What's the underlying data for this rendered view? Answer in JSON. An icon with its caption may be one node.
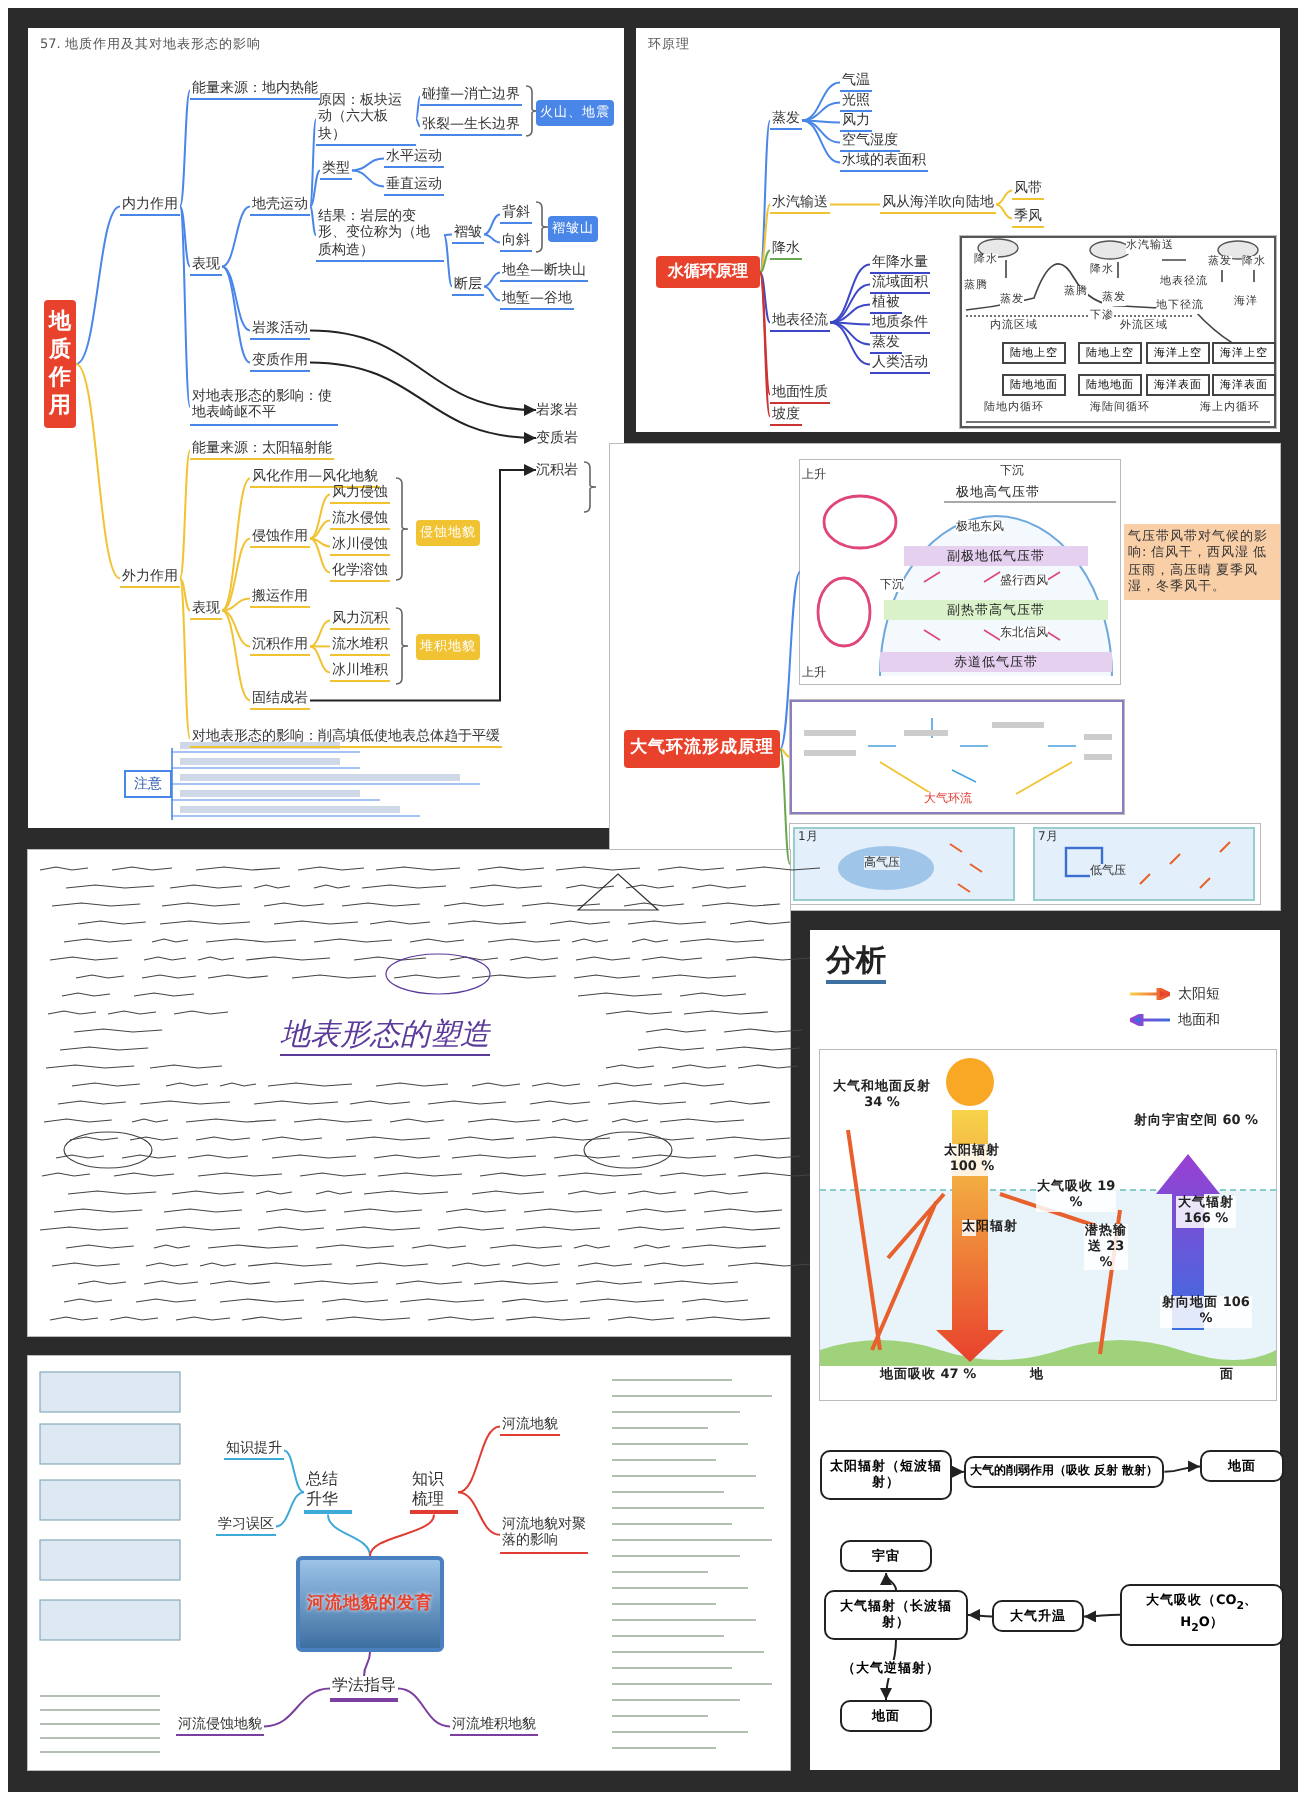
{
  "diagram": {
    "nodes": [
      {
        "text": [
          "57. 地质作用及其对地表形态的影响"
        ]
      },
      {
        "text": [
          "地质作用"
        ],
        "in": 0
      },
      {
        "text": [
          "内力作用"
        ],
        "in": 0
      },
      {
        "text": [
          "能量来源：地内热能"
        ],
        "in": 0
      },
      {
        "text": [
          "表现"
        ],
        "in": 0
      },
      {
        "text": [
          "地壳运动"
        ],
        "in": 0
      },
      {
        "text": [
          "原因：板块运动（六大板块）"
        ],
        "in": 0
      },
      {
        "text": [
          "碰撞—消亡边界"
        ],
        "in": 0
      },
      {
        "text": [
          "张裂—生长边界"
        ],
        "in": 0
      },
      {
        "text": [
          "火山、地震"
        ],
        "in": 0
      },
      {
        "text": [
          "类型"
        ],
        "in": 0
      },
      {
        "text": [
          "水平运动"
        ],
        "in": 0
      },
      {
        "text": [
          "垂直运动"
        ],
        "in": 0
      },
      {
        "text": [
          "结果：岩层的变形、变位称为（地质构造）"
        ],
        "in": 0
      },
      {
        "text": [
          "褶皱"
        ],
        "in": 0
      },
      {
        "text": [
          "背斜"
        ],
        "in": 0
      },
      {
        "text": [
          "向斜"
        ],
        "in": 0
      },
      {
        "text": [
          "褶皱山"
        ],
        "in": 0
      },
      {
        "text": [
          "断层"
        ],
        "in": 0
      },
      {
        "text": [
          "地垒—断块山"
        ],
        "in": 0
      },
      {
        "text": [
          "地堑—谷地"
        ],
        "in": 0
      },
      {
        "text": [
          "岩浆活动"
        ],
        "in": 0
      },
      {
        "text": [
          "变质作用"
        ],
        "in": 0
      },
      {
        "text": [
          "对地表形态的影响：使地表崎岖不平"
        ],
        "in": 0
      },
      {
        "text": [
          "岩浆岩"
        ],
        "in": 0
      },
      {
        "text": [
          "变质岩"
        ],
        "in": 0
      },
      {
        "text": [
          "沉积岩"
        ],
        "in": 0
      },
      {
        "text": [
          "外力作用"
        ],
        "in": 0
      },
      {
        "text": [
          "能量来源：太阳辐射能"
        ],
        "in": 0
      },
      {
        "text": [
          "表现"
        ],
        "in": 0
      },
      {
        "text": [
          "风化作用—风化地貌"
        ],
        "in": 0
      },
      {
        "text": [
          "侵蚀作用"
        ],
        "in": 0
      },
      {
        "text": [
          "风力侵蚀"
        ],
        "in": 0
      },
      {
        "text": [
          "流水侵蚀"
        ],
        "in": 0
      },
      {
        "text": [
          "冰川侵蚀"
        ],
        "in": 0
      },
      {
        "text": [
          "化学溶蚀"
        ],
        "in": 0
      },
      {
        "text": [
          "侵蚀地貌"
        ],
        "in": 0
      },
      {
        "text": [
          "搬运作用"
        ],
        "in": 0
      },
      {
        "text": [
          "沉积作用"
        ],
        "in": 0
      },
      {
        "text": [
          "风力沉积"
        ],
        "in": 0
      },
      {
        "text": [
          "流水堆积"
        ],
        "in": 0
      },
      {
        "text": [
          "冰川堆积"
        ],
        "in": 0
      },
      {
        "text": [
          "堆积地貌"
        ],
        "in": 0
      },
      {
        "text": [
          "固结成岩"
        ],
        "in": 0
      },
      {
        "text": [
          "对地表形态的影响：削高填低使地表总体趋于平缓"
        ],
        "in": 0
      },
      {
        "text": [
          "注意"
        ],
        "in": 0
      },
      {
        "text": [
          "环原理"
        ]
      },
      {
        "text": [
          "水循环原理"
        ],
        "in": 46
      },
      {
        "text": [
          "蒸发"
        ],
        "in": 46
      },
      {
        "text": [
          "气温"
        ],
        "in": 46
      },
      {
        "text": [
          "光照"
        ],
        "in": 46
      },
      {
        "text": [
          "风力"
        ],
        "in": 46
      },
      {
        "text": [
          "空气湿度"
        ],
        "in": 46
      },
      {
        "text": [
          "水域的表面积"
        ],
        "in": 46
      },
      {
        "text": [
          "水汽输送"
        ],
        "in": 46
      },
      {
        "text": [
          "风从海洋吹向陆地"
        ],
        "in": 46
      },
      {
        "text": [
          "风带"
        ],
        "in": 46
      },
      {
        "text": [
          "季风"
        ],
        "in": 46
      },
      {
        "text": [
          "降水"
        ],
        "in": 46
      },
      {
        "text": [
          "地表径流"
        ],
        "in": 46
      },
      {
        "text": [
          "年降水量"
        ],
        "in": 46
      },
      {
        "text": [
          "流域面积"
        ],
        "in": 46
      },
      {
        "text": [
          "植被"
        ],
        "in": 46
      },
      {
        "text": [
          "地质条件"
        ],
        "in": 46
      },
      {
        "text": [
          "蒸发"
        ],
        "in": 46
      },
      {
        "text": [
          "人类活动"
        ],
        "in": 46
      },
      {
        "text": [
          "地面性质"
        ],
        "in": 46
      },
      {
        "text": [
          "坡度"
        ],
        "in": 46
      },
      {
        "text": [],
        "shape": "picture",
        "in": 46
      },
      {
        "text": [
          "陆地上空"
        ],
        "in": 68
      },
      {
        "text": [
          "陆地上空"
        ],
        "in": 68
      },
      {
        "text": [
          "海洋上空"
        ],
        "in": 68
      },
      {
        "text": [
          "海洋上空"
        ],
        "in": 68
      },
      {
        "text": [
          "陆地地面"
        ],
        "in": 68
      },
      {
        "text": [
          "陆地地面"
        ],
        "in": 68
      },
      {
        "text": [
          "海洋表面"
        ],
        "in": 68
      },
      {
        "text": [
          "海洋表面"
        ],
        "in": 68
      },
      {
        "text": [],
        "shape": "picture"
      },
      {
        "text": [
          "大气环流形成原理"
        ],
        "in": 77
      },
      {
        "text": [],
        "shape": "picture",
        "in": 77
      },
      {
        "text": [
          "极地高气压带"
        ],
        "in": 79
      },
      {
        "text": [
          "副极地低气压带"
        ],
        "in": 79
      },
      {
        "text": [
          "副热带高气压带"
        ],
        "in": 79
      },
      {
        "text": [
          "赤道低气压带"
        ],
        "in": 79
      },
      {
        "text": [
          "气压带风带对气候的影响: 信风干，西风湿 低压雨，高压晴 夏季风湿，冬季风干。"
        ],
        "in": 77
      },
      {
        "text": [],
        "shape": "picture",
        "in": 77
      },
      {
        "text": [],
        "shape": "picture",
        "in": 77
      },
      {
        "text": [],
        "shape": "picture"
      },
      {
        "text": [
          "地表形态的塑造"
        ],
        "in": 87
      },
      {
        "text": [
          "分析"
        ]
      },
      {
        "text": [],
        "shape": "picture",
        "in": 89
      },
      {
        "text": [
          "太阳辐射（短波辐射）"
        ],
        "in": 89
      },
      {
        "text": [
          "大气的削弱作用（吸收 反射 散射）"
        ],
        "in": 89
      },
      {
        "text": [
          "地面"
        ],
        "in": 89
      },
      {
        "text": [
          "宇宙"
        ],
        "in": 89
      },
      {
        "text": [
          "大气辐射（长波辐射）"
        ],
        "in": 89
      },
      {
        "text": [
          "大气升温"
        ],
        "in": 89
      },
      {
        "text": [
          "大气吸收（CO$_{2}$、H$_{2}$O）"
        ],
        "in": 89
      },
      {
        "text": [
          "地面"
        ],
        "in": 89
      },
      {
        "text": [],
        "shape": "picture"
      },
      {
        "text": [
          "河流地貌的发育"
        ],
        "in": 99
      },
      {
        "text": [
          "总结升华"
        ],
        "in": 99
      },
      {
        "text": [
          "知识梳理"
        ],
        "in": 99
      },
      {
        "text": [
          "学法指导"
        ],
        "in": 99
      },
      {
        "text": [
          "知识提升"
        ],
        "in": 99
      },
      {
        "text": [
          "学习误区"
        ],
        "in": 99
      },
      {
        "text": [
          "河流地貌"
        ],
        "in": 99
      },
      {
        "text": [
          "河流地貌对聚落的影响"
        ],
        "in": 99
      },
      {
        "text": [
          "河流侵蚀地貌"
        ],
        "in": 99
      },
      {
        "text": [
          "河流堆积地貌"
        ],
        "in": 99
      }
    ],
    "edges": [
      {
        "from": 1,
        "to": 2,
        "arrow": "none"
      },
      {
        "from": 2,
        "to": 3,
        "arrow": "none"
      },
      {
        "from": 2,
        "to": 4,
        "arrow": "none"
      },
      {
        "from": 2,
        "to": 23,
        "arrow": "none"
      },
      {
        "from": 4,
        "to": 5,
        "arrow": "none"
      },
      {
        "from": 4,
        "to": 21,
        "arrow": "none"
      },
      {
        "from": 4,
        "to": 22,
        "arrow": "none"
      },
      {
        "from": 5,
        "to": 6,
        "arrow": "none"
      },
      {
        "from": 5,
        "to": 10,
        "arrow": "none"
      },
      {
        "from": 5,
        "to": 13,
        "arrow": "none"
      },
      {
        "from": 6,
        "to": 7,
        "arrow": "none"
      },
      {
        "from": 6,
        "to": 8,
        "arrow": "none"
      },
      {
        "from": 10,
        "to": 11,
        "arrow": "none"
      },
      {
        "from": 10,
        "to": 12,
        "arrow": "none"
      },
      {
        "from": 13,
        "to": 14,
        "arrow": "none"
      },
      {
        "from": 13,
        "to": 18,
        "arrow": "none"
      },
      {
        "from": 14,
        "to": 15,
        "arrow": "none"
      },
      {
        "from": 14,
        "to": 16,
        "arrow": "none"
      },
      {
        "from": 18,
        "to": 19,
        "arrow": "none"
      },
      {
        "from": 18,
        "to": 20,
        "arrow": "none"
      },
      {
        "from": 21,
        "to": 24,
        "arrow": "to",
        "color": "#222222"
      },
      {
        "from": 22,
        "to": 25,
        "arrow": "to",
        "color": "#222222"
      },
      {
        "from": 1,
        "to": 27,
        "arrow": "none",
        "color": "#f1c232"
      },
      {
        "from": 27,
        "to": 28,
        "arrow": "none",
        "color": "#f1c232"
      },
      {
        "from": 27,
        "to": 29,
        "arrow": "none",
        "color": "#f1c232"
      },
      {
        "from": 27,
        "to": 44,
        "arrow": "none",
        "color": "#f1c232"
      },
      {
        "from": 29,
        "to": 30,
        "arrow": "none",
        "color": "#f1c232"
      },
      {
        "from": 29,
        "to": 31,
        "arrow": "none",
        "color": "#f1c232"
      },
      {
        "from": 29,
        "to": 37,
        "arrow": "none",
        "color": "#f1c232"
      },
      {
        "from": 29,
        "to": 38,
        "arrow": "none",
        "color": "#f1c232"
      },
      {
        "from": 29,
        "to": 43,
        "arrow": "none",
        "color": "#f1c232"
      },
      {
        "from": 31,
        "to": 32,
        "arrow": "none",
        "color": "#f1c232"
      },
      {
        "from": 31,
        "to": 33,
        "arrow": "none",
        "color": "#f1c232"
      },
      {
        "from": 31,
        "to": 34,
        "arrow": "none",
        "color": "#f1c232"
      },
      {
        "from": 31,
        "to": 35,
        "arrow": "none",
        "color": "#f1c232"
      },
      {
        "from": 38,
        "to": 39,
        "arrow": "none",
        "color": "#f1c232"
      },
      {
        "from": 38,
        "to": 40,
        "arrow": "none",
        "color": "#f1c232"
      },
      {
        "from": 38,
        "to": 41,
        "arrow": "none",
        "color": "#f1c232"
      },
      {
        "from": 43,
        "to": 26,
        "arrow": "to",
        "color": "#222222"
      },
      {
        "from": 47,
        "to": 48,
        "arrow": "none"
      },
      {
        "from": 48,
        "to": 49,
        "arrow": "none"
      },
      {
        "from": 48,
        "to": 50,
        "arrow": "none"
      },
      {
        "from": 48,
        "to": 51,
        "arrow": "none"
      },
      {
        "from": 48,
        "to": 52,
        "arrow": "none"
      },
      {
        "from": 48,
        "to": 53,
        "arrow": "none"
      },
      {
        "from": 47,
        "to": 54,
        "arrow": "none",
        "color": "#f1c232"
      },
      {
        "from": 54,
        "to": 55,
        "arrow": "none",
        "color": "#f1c232"
      },
      {
        "from": 55,
        "to": 56,
        "arrow": "none",
        "color": "#f1c232"
      },
      {
        "from": 55,
        "to": 57,
        "arrow": "none",
        "color": "#f1c232"
      },
      {
        "from": 47,
        "to": 58,
        "arrow": "none",
        "color": "#6aa84f"
      },
      {
        "from": 47,
        "to": 59,
        "arrow": "none",
        "color": "#3c48c8"
      },
      {
        "from": 59,
        "to": 60,
        "arrow": "none",
        "color": "#3c48c8"
      },
      {
        "from": 59,
        "to": 61,
        "arrow": "none",
        "color": "#3c48c8"
      },
      {
        "from": 59,
        "to": 62,
        "arrow": "none",
        "color": "#3c48c8"
      },
      {
        "from": 59,
        "to": 63,
        "arrow": "none",
        "color": "#3c48c8"
      },
      {
        "from": 59,
        "to": 64,
        "arrow": "none",
        "color": "#3c48c8"
      },
      {
        "from": 59,
        "to": 65,
        "arrow": "none",
        "color": "#3c48c8"
      },
      {
        "from": 47,
        "to": 66,
        "arrow": "none",
        "color": "#cc3333"
      },
      {
        "from": 47,
        "to": 67,
        "arrow": "none",
        "color": "#cc3333"
      },
      {
        "from": 78,
        "to": 79,
        "arrow": "none"
      },
      {
        "from": 78,
        "to": 85,
        "arrow": "none",
        "color": "#f1c232"
      },
      {
        "from": 78,
        "to": 86,
        "arrow": "none",
        "color": "#6aa84f"
      },
      {
        "from": 91,
        "to": 92,
        "arrow": "to",
        "color": "#222222"
      },
      {
        "from": 92,
        "to": 93,
        "arrow": "to",
        "color": "#222222"
      },
      {
        "from": 97,
        "to": 96,
        "arrow": "to",
        "color": "#222222"
      },
      {
        "from": 96,
        "to": 95,
        "arrow": "to",
        "color": "#222222"
      },
      {
        "from": 95,
        "to": 94,
        "arrow": "to",
        "color": "#222222"
      },
      {
        "from": 95,
        "to": 98,
        "arrow": "to",
        "color": "#222222",
        "label": "（大气逆辐射）"
      },
      {
        "from": 100,
        "to": 101,
        "arrow": "none",
        "color": "#3fa9d8"
      },
      {
        "from": 100,
        "to": 102,
        "arrow": "none",
        "color": "#e03c31"
      },
      {
        "from": 100,
        "to": 103,
        "arrow": "none",
        "color": "#7b3fa0"
      },
      {
        "from": 101,
        "to": 104,
        "arrow": "none",
        "color": "#3fa9d8"
      },
      {
        "from": 101,
        "to": 105,
        "arrow": "none",
        "color": "#3fa9d8"
      },
      {
        "from": 102,
        "to": 106,
        "arrow": "none",
        "color": "#e03c31"
      },
      {
        "from": 102,
        "to": 107,
        "arrow": "none",
        "color": "#e03c31"
      },
      {
        "from": 103,
        "to": 108,
        "arrow": "none",
        "color": "#7b3fa0"
      },
      {
        "from": 103,
        "to": 109,
        "arrow": "none",
        "color": "#7b3fa0"
      }
    ],
    "labels": [
      "降水",
      "蒸腾",
      "蒸发",
      "水汽输送",
      "降水",
      "蒸腾",
      "蒸发",
      "地表径流",
      "下渗",
      "地下径流",
      "降水",
      "蒸发",
      "海洋",
      "内流区域",
      "外流区域",
      "陆地内循环",
      "海陆间循环",
      "海上内循环",
      "下沉",
      "上升",
      "极地东风",
      "盛行西风",
      "下沉",
      "东北信风",
      "上升",
      "大气环流",
      "1月",
      "高气压",
      "7月",
      "低气压",
      "大气和地面反射 34 %",
      "太阳辐射 100 %",
      "大气吸收 19 %",
      "太阳辐射",
      "潜热输送 23 %",
      "射向宇宙空间 60 %",
      "大气辐射 166 %",
      "射向地面 106 %",
      "地面吸收 47 %",
      "地",
      "面"
    ],
    "legend": [
      {
        "text": "太阳短"
      },
      {
        "text": "地面和"
      }
    ]
  }
}
